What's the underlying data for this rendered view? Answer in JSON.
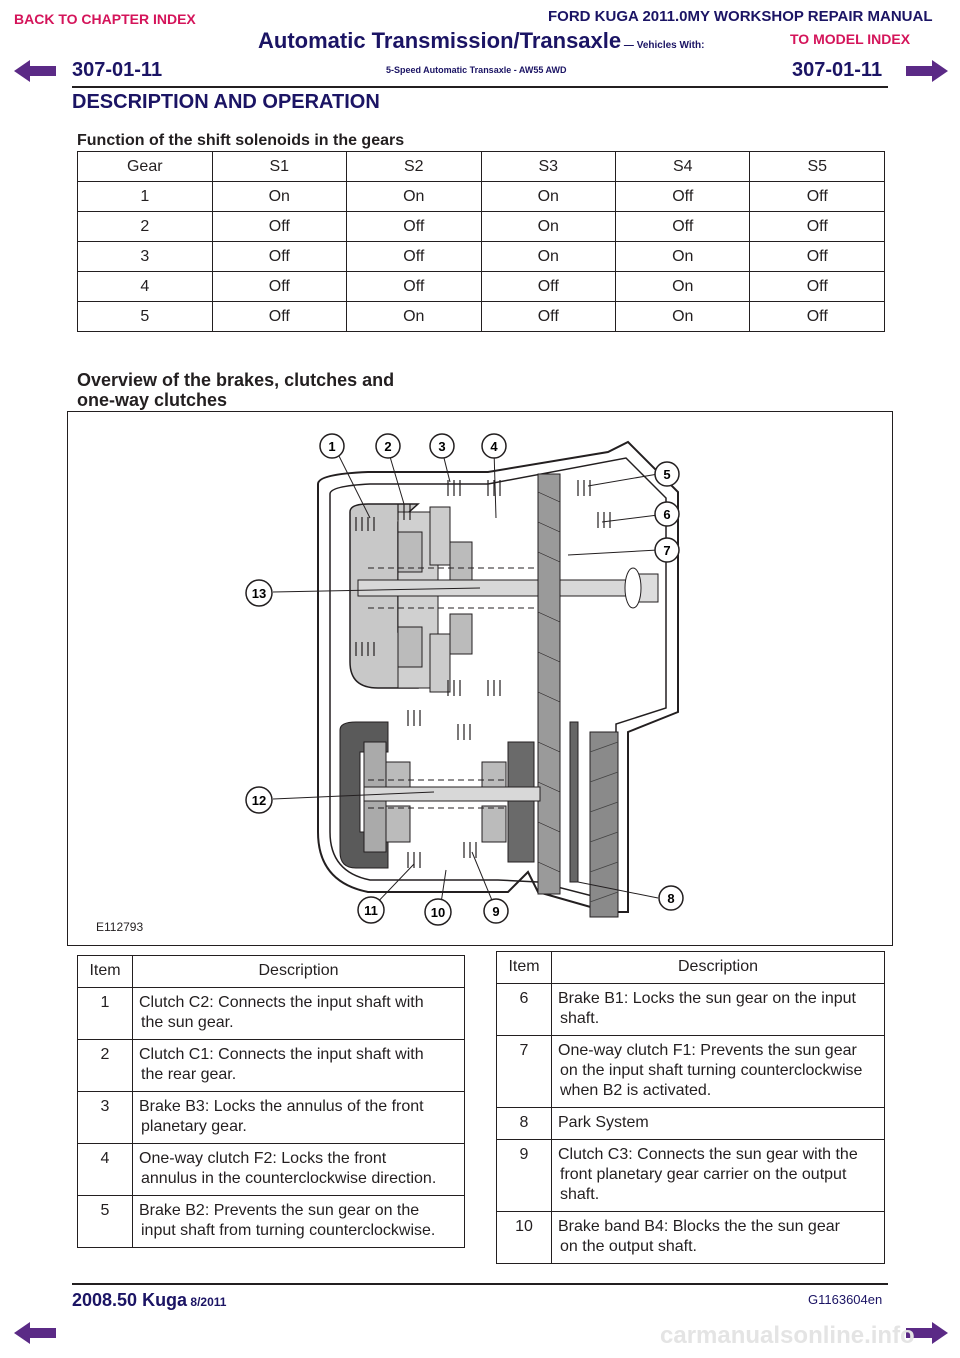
{
  "header": {
    "back_link": "BACK TO CHAPTER INDEX",
    "model_link": "TO MODEL INDEX",
    "manual_title": "FORD KUGA 2011.0MY WORKSHOP REPAIR MANUAL",
    "section_title": "Automatic Transmission/Transaxle",
    "section_suffix": " — Vehicles With:",
    "subtitle": "5-Speed Automatic Transaxle - AW55 AWD",
    "page_left": "307-01-11",
    "page_right": "307-01-11",
    "heading": "DESCRIPTION AND OPERATION"
  },
  "solenoid_table": {
    "caption": "Function of the shift solenoids in the gears",
    "headers": [
      "Gear",
      "S1",
      "S2",
      "S3",
      "S4",
      "S5"
    ],
    "rows": [
      [
        "1",
        "On",
        "On",
        "On",
        "Off",
        "Off"
      ],
      [
        "2",
        "Off",
        "Off",
        "On",
        "Off",
        "Off"
      ],
      [
        "3",
        "Off",
        "Off",
        "On",
        "On",
        "Off"
      ],
      [
        "4",
        "Off",
        "Off",
        "Off",
        "On",
        "Off"
      ],
      [
        "5",
        "Off",
        "On",
        "Off",
        "On",
        "Off"
      ]
    ]
  },
  "overview": {
    "heading_line1": "Overview of the brakes, clutches and",
    "heading_line2": "one-way clutches",
    "figure_code": "E112793",
    "callouts": [
      "1",
      "2",
      "3",
      "4",
      "5",
      "6",
      "7",
      "8",
      "9",
      "10",
      "11",
      "12",
      "13"
    ]
  },
  "items_left": {
    "headers": [
      "Item",
      "Description"
    ],
    "rows": [
      {
        "item": "1",
        "desc_l1": "Clutch C2: Connects the input shaft with",
        "desc_l2": "the sun gear."
      },
      {
        "item": "2",
        "desc_l1": "Clutch C1: Connects the input shaft with",
        "desc_l2": "the rear gear."
      },
      {
        "item": "3",
        "desc_l1": "Brake B3: Locks the annulus of the front",
        "desc_l2": "planetary gear."
      },
      {
        "item": "4",
        "desc_l1": "One-way clutch F2: Locks the front",
        "desc_l2": "annulus in the counterclockwise direction."
      },
      {
        "item": "5",
        "desc_l1": "Brake B2: Prevents the sun gear on the",
        "desc_l2": "input shaft from turning counterclockwise."
      }
    ]
  },
  "items_right": {
    "headers": [
      "Item",
      "Description"
    ],
    "rows": [
      {
        "item": "6",
        "desc_l1": "Brake B1: Locks the sun gear on the input",
        "desc_l2": "shaft.",
        "desc_l3": ""
      },
      {
        "item": "7",
        "desc_l1": "One-way clutch F1: Prevents the sun gear",
        "desc_l2": "on the input shaft turning counterclockwise",
        "desc_l3": "when B2 is activated."
      },
      {
        "item": "8",
        "desc_l1": "Park System",
        "desc_l2": "",
        "desc_l3": ""
      },
      {
        "item": "9",
        "desc_l1": "Clutch C3: Connects the sun gear with the",
        "desc_l2": "front planetary gear carrier on the output",
        "desc_l3": "shaft."
      },
      {
        "item": "10",
        "desc_l1": "Brake band B4: Blocks the the sun gear",
        "desc_l2": "on the output shaft.",
        "desc_l3": ""
      }
    ]
  },
  "footer": {
    "model": "2008.50 Kuga",
    "date": " 8/2011",
    "code": "G1163604en",
    "watermark": "carmanualsonline.info"
  },
  "colors": {
    "nav_pink": "#d4145a",
    "navy": "#1b1464",
    "arrow_purple": "#5b2a86"
  }
}
